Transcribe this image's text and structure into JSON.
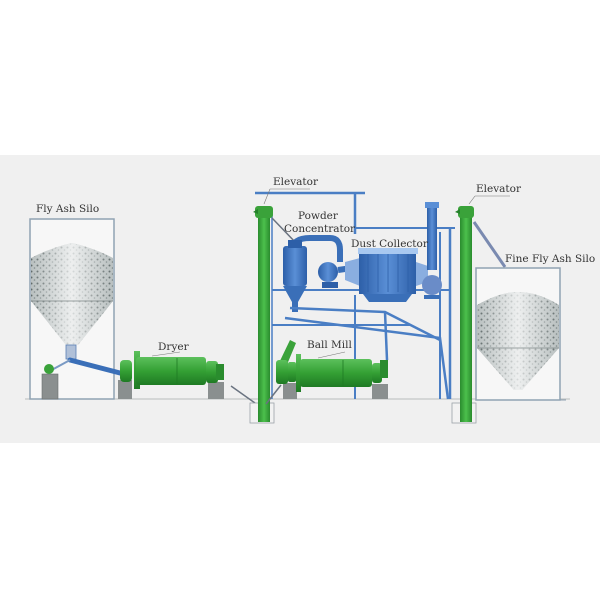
{
  "diagram": {
    "type": "process-flow",
    "title": "",
    "labels": {
      "fly_ash_silo": "Fly Ash Silo",
      "dryer": "Dryer",
      "elevator_1": "Elevator",
      "powder_concentrator_line1": "Powder",
      "powder_concentrator_line2": "Concentrator",
      "dust_collector": "Dust Collector",
      "ball_mill": "Ball Mill",
      "elevator_2": "Elevator",
      "fine_fly_ash_silo": "Fine Fly Ash Silo"
    },
    "nodes": [
      {
        "id": "fly_ash_silo",
        "label": "Fly Ash Silo"
      },
      {
        "id": "dryer",
        "label": "Dryer"
      },
      {
        "id": "elevator_1",
        "label": "Elevator"
      },
      {
        "id": "powder_concentrator",
        "label": "Powder Concentrator"
      },
      {
        "id": "dust_collector",
        "label": "Dust Collector"
      },
      {
        "id": "ball_mill",
        "label": "Ball Mill"
      },
      {
        "id": "elevator_2",
        "label": "Elevator"
      },
      {
        "id": "fine_fly_ash_silo",
        "label": "Fine Fly Ash Silo"
      }
    ],
    "edges": [
      {
        "from": "fly_ash_silo",
        "to": "dryer"
      },
      {
        "from": "dryer",
        "to": "elevator_1"
      },
      {
        "from": "elevator_1",
        "to": "powder_concentrator"
      },
      {
        "from": "powder_concentrator",
        "to": "dust_collector"
      },
      {
        "from": "powder_concentrator",
        "to": "ball_mill"
      },
      {
        "from": "ball_mill",
        "to": "elevator_1"
      },
      {
        "from": "powder_concentrator",
        "to": "elevator_2"
      },
      {
        "from": "elevator_2",
        "to": "fine_fly_ash_silo"
      }
    ],
    "colors": {
      "background_band": "#f0f0f0",
      "equipment_green": "#3aa23a",
      "equipment_green_dark": "#25802a",
      "pipe_blue": "#3a6fb8",
      "frame_blue": "#4a7ec4",
      "silo_outline": "#8fa2b2",
      "powder_gray": "#8a9494",
      "base_gray": "#8a8f8f",
      "label_text": "#333333"
    }
  }
}
